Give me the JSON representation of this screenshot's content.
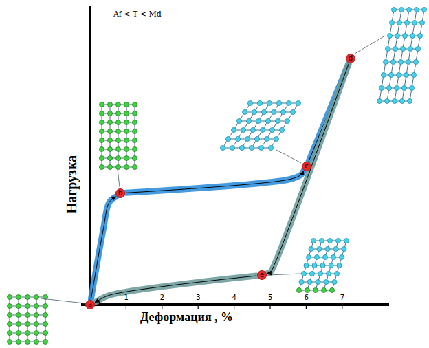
{
  "diagram": {
    "nodes": [
      {
        "text": [
          "a"
        ]
      },
      {
        "text": [
          "b"
        ]
      },
      {
        "text": [
          "c"
        ]
      },
      {
        "text": [
          "d"
        ]
      },
      {
        "text": [
          "e"
        ]
      }
    ],
    "edges": [
      {
        "from": 0,
        "to": 1,
        "arrow": "to"
      },
      {
        "from": 1,
        "to": 2,
        "arrow": "to"
      },
      {
        "from": 2,
        "to": 3,
        "arrow": "to"
      },
      {
        "from": 3,
        "to": 4,
        "arrow": "to"
      },
      {
        "from": 4,
        "to": 0,
        "arrow": "to"
      }
    ],
    "labels": [
      "Af < T < Md",
      "Нагрузка",
      "Деформация , %",
      "1",
      "2",
      "3",
      "4",
      "5",
      "6",
      "7"
    ]
  }
}
